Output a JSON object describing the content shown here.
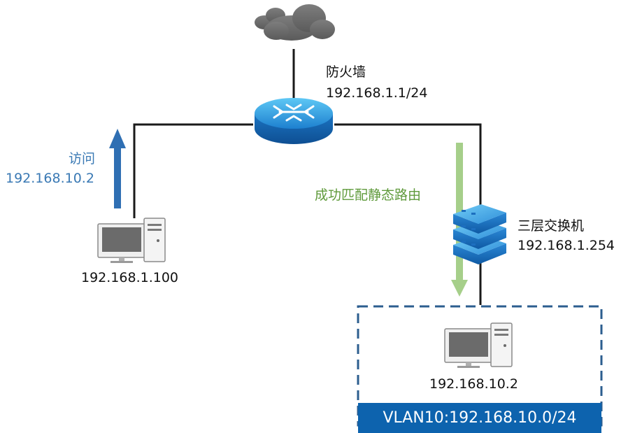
{
  "firewall": {
    "name": "防火墙",
    "ip": "192.168.1.1/24"
  },
  "access": {
    "label": "访问",
    "target": "192.168.10.2"
  },
  "left_pc": {
    "ip": "192.168.1.100"
  },
  "route": {
    "label": "成功匹配静态路由"
  },
  "l3_switch": {
    "name": "三层交换机",
    "ip": "192.168.1.254"
  },
  "inner_pc": {
    "ip": "192.168.10.2"
  },
  "vlan": {
    "label": "VLAN10:192.168.10.0/24"
  },
  "colors": {
    "link": "#1a1a1a",
    "access_arrow": "#2f6fb3",
    "route_arrow": "#a6cf8a",
    "vlan_bar": "#0d63ae",
    "dash_box": "#2c5e8f"
  }
}
